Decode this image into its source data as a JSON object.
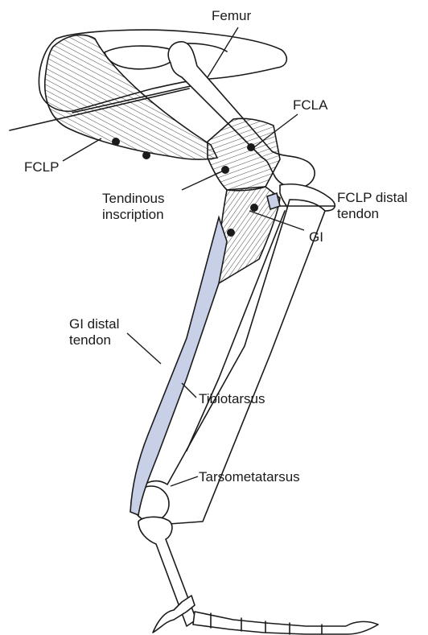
{
  "labels": {
    "femur": "Femur",
    "fcla": "FCLA",
    "fclp": "FCLP",
    "fclp_distal_tendon": "FCLP distal\ntendon",
    "tendinous_inscription": "Tendinous\ninscription",
    "gi": "GI",
    "gi_distal_tendon": "GI distal\ntendon",
    "tibiotarsus": "Tibiotarsus",
    "tarsometatarsus": "Tarsometatarsus"
  },
  "colors": {
    "outline": "#1a1a1a",
    "tendon_fill": "#c8d0e8",
    "bone_fill": "#ffffff"
  }
}
